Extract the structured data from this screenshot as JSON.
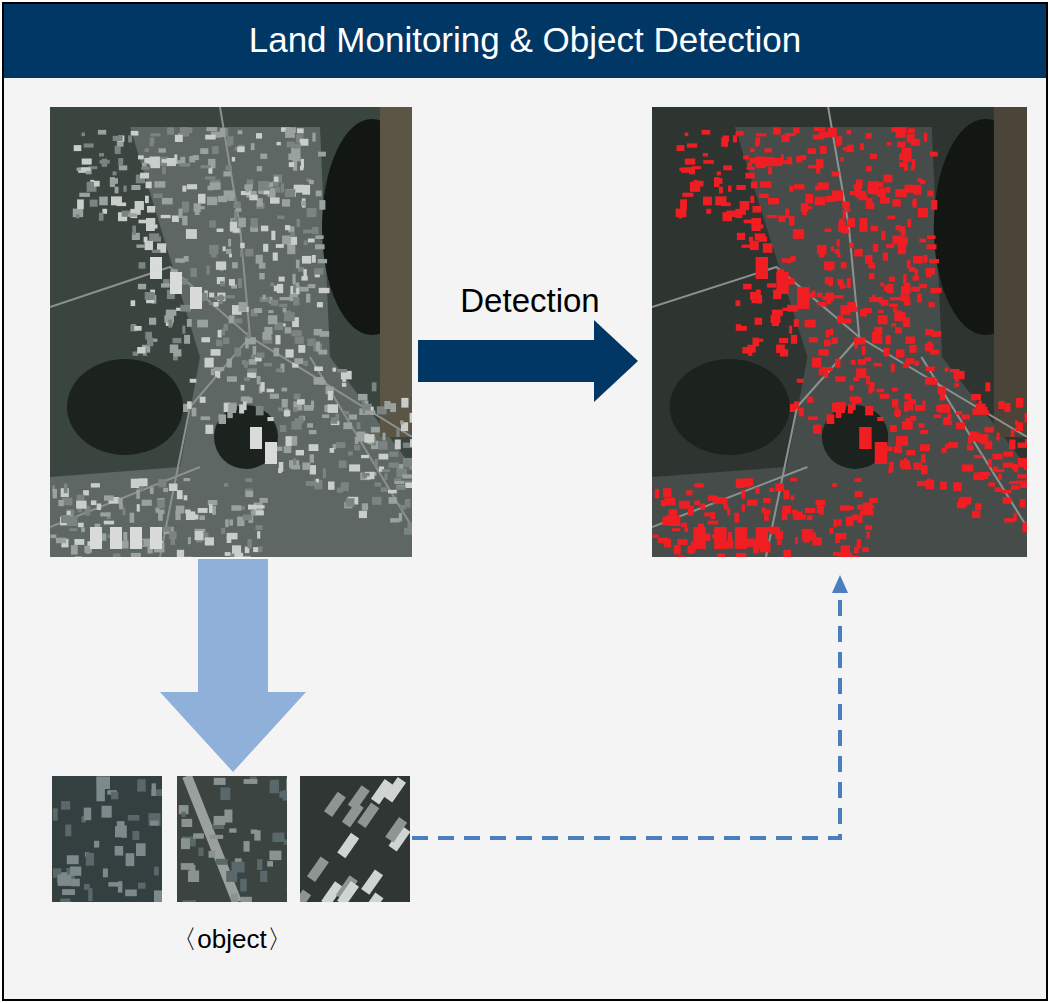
{
  "diagram": {
    "title": "Land Monitoring & Object Detection",
    "labels": [
      "Detection",
      "〈object〉"
    ]
  }
}
